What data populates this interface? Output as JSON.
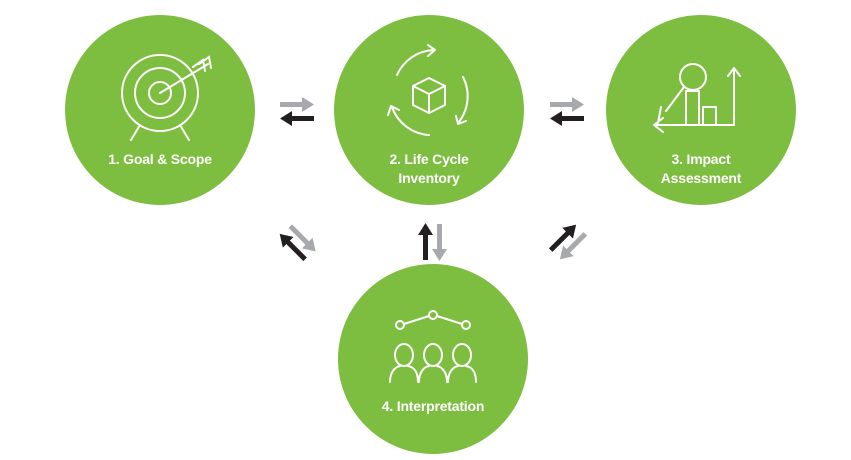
{
  "stages": [
    {
      "label_lines": [
        "1. Goal & Scope"
      ],
      "icon": "target-icon"
    },
    {
      "label_lines": [
        "2. Life Cycle",
        "Inventory"
      ],
      "icon": "cycle-cube-icon"
    },
    {
      "label_lines": [
        "3. Impact",
        "Assessment"
      ],
      "icon": "bar-chart-icon"
    },
    {
      "label_lines": [
        "4. Interpretation"
      ],
      "icon": "people-network-icon"
    }
  ],
  "colors": {
    "circle": "#7dbd3f",
    "arrow_dark": "#231f20",
    "arrow_light": "#a7a9ac",
    "text": "#ffffff"
  }
}
